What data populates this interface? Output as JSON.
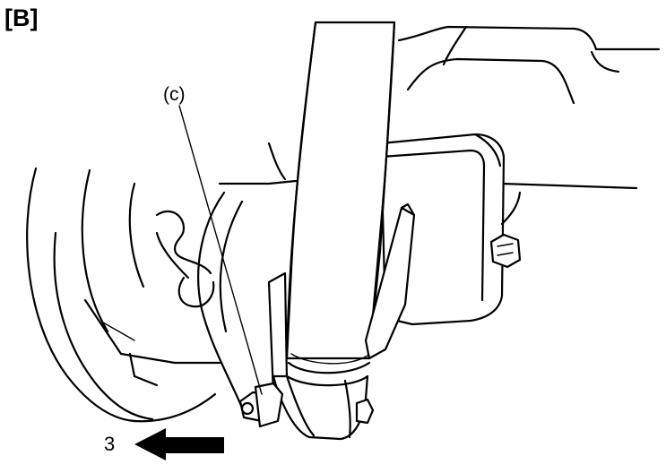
{
  "figure": {
    "panel_label": "[B]",
    "callout_label": "(c)",
    "arrow_label": "3"
  }
}
